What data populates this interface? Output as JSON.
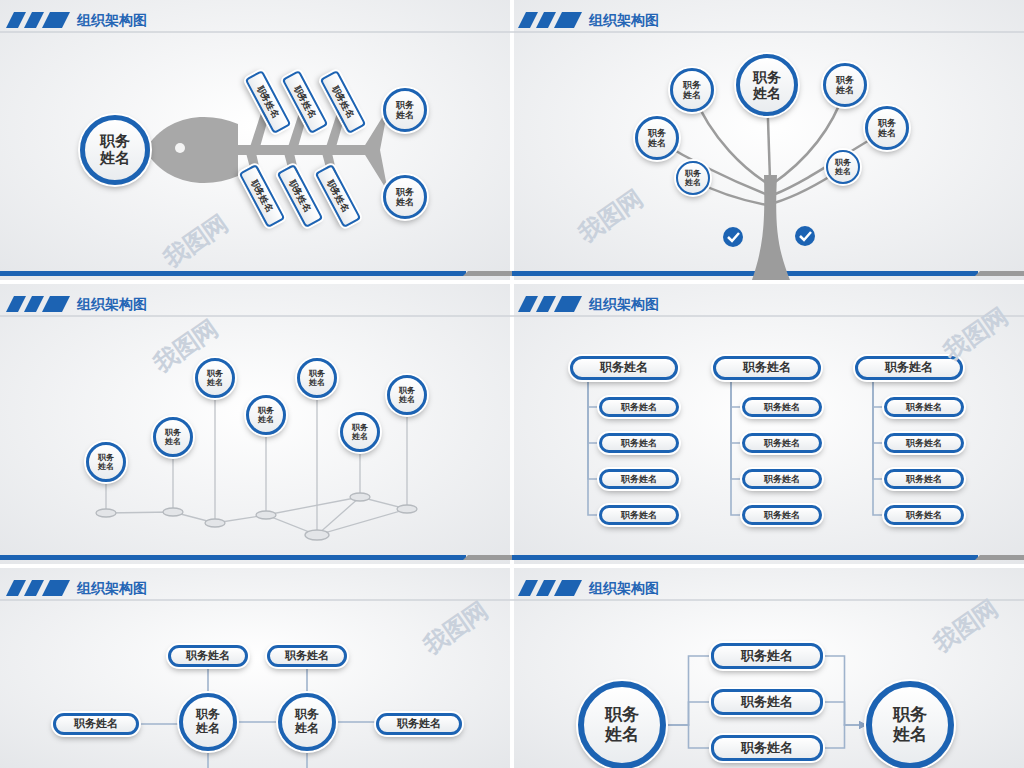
{
  "diagram": {
    "nodes": [
      {
        "text": [
          "职务 姓名"
        ]
      },
      {
        "text": [
          "职务姓名"
        ]
      },
      {
        "text": [
          "职务姓名"
        ]
      },
      {
        "text": [
          "职务姓名"
        ]
      },
      {
        "text": [
          "职务姓名"
        ]
      },
      {
        "text": [
          "职务姓名"
        ]
      },
      {
        "text": [
          "职务姓名"
        ]
      },
      {
        "text": [
          "职务 姓名"
        ]
      },
      {
        "text": [
          "职务 姓名"
        ]
      },
      {
        "text": [
          "职务 姓名"
        ]
      },
      {
        "text": [
          "职务 姓名"
        ]
      },
      {
        "text": [
          "职务 姓名"
        ]
      },
      {
        "text": [
          "职务 姓名"
        ]
      },
      {
        "text": [
          "职务 姓名"
        ]
      },
      {
        "text": [
          "职务 姓名"
        ]
      },
      {
        "text": [
          "职务 姓名"
        ]
      },
      {
        "text": [
          "职务 姓名"
        ]
      },
      {
        "text": [
          "职务 姓名"
        ]
      },
      {
        "text": [
          "职务 姓名"
        ]
      },
      {
        "text": [
          "职务 姓名"
        ]
      },
      {
        "text": [
          "职务 姓名"
        ]
      },
      {
        "text": [
          "职务 姓名"
        ]
      },
      {
        "text": [
          "职务 姓名"
        ]
      },
      {
        "text": [
          "职务姓名"
        ]
      },
      {
        "text": [
          "职务姓名"
        ]
      },
      {
        "text": [
          "职务姓名"
        ]
      },
      {
        "text": [
          "职务姓名"
        ]
      },
      {
        "text": [
          "职务姓名"
        ]
      },
      {
        "text": [
          "职务姓名"
        ]
      },
      {
        "text": [
          "职务姓名"
        ]
      },
      {
        "text": [
          "职务姓名"
        ]
      },
      {
        "text": [
          "职务姓名"
        ]
      },
      {
        "text": [
          "职务姓名"
        ]
      },
      {
        "text": [
          "职务姓名"
        ]
      },
      {
        "text": [
          "职务姓名"
        ]
      },
      {
        "text": [
          "职务姓名"
        ]
      },
      {
        "text": [
          "职务姓名"
        ]
      },
      {
        "text": [
          "职务姓名"
        ]
      },
      {
        "text": [
          "职务姓名"
        ]
      },
      {
        "text": [
          "职务姓名"
        ]
      },
      {
        "text": [
          "职务姓名"
        ]
      },
      {
        "text": [
          "职务 姓名"
        ]
      },
      {
        "text": [
          "职务 姓名"
        ]
      },
      {
        "text": [
          "职务姓名"
        ]
      },
      {
        "text": [
          "职务 姓名"
        ]
      },
      {
        "text": [
          "职务姓名"
        ]
      },
      {
        "text": [
          "职务姓名"
        ]
      },
      {
        "text": [
          "职务姓名"
        ]
      },
      {
        "text": [
          "职务 姓名"
        ]
      }
    ],
    "edges": [
      {
        "from": 23,
        "to": 24,
        "arrow": "none"
      },
      {
        "from": 23,
        "to": 25,
        "arrow": "none"
      },
      {
        "from": 23,
        "to": 26,
        "arrow": "none"
      },
      {
        "from": 23,
        "to": 27,
        "arrow": "none"
      },
      {
        "from": 28,
        "to": 29,
        "arrow": "none"
      },
      {
        "from": 28,
        "to": 30,
        "arrow": "none"
      },
      {
        "from": 28,
        "to": 31,
        "arrow": "none"
      },
      {
        "from": 28,
        "to": 32,
        "arrow": "none"
      },
      {
        "from": 33,
        "to": 34,
        "arrow": "none"
      },
      {
        "from": 33,
        "to": 35,
        "arrow": "none"
      },
      {
        "from": 33,
        "to": 36,
        "arrow": "none"
      },
      {
        "from": 33,
        "to": 37,
        "arrow": "none"
      },
      {
        "from": 38,
        "to": 41,
        "arrow": "none"
      },
      {
        "from": 39,
        "to": 42,
        "arrow": "none"
      },
      {
        "from": 40,
        "to": 41,
        "arrow": "none"
      },
      {
        "from": 41,
        "to": 42,
        "arrow": "none"
      },
      {
        "from": 42,
        "to": 43,
        "arrow": "none"
      },
      {
        "from": 44,
        "to": 45,
        "arrow": "none"
      },
      {
        "from": 44,
        "to": 46,
        "arrow": "none"
      },
      {
        "from": 44,
        "to": 47,
        "arrow": "none"
      },
      {
        "from": 45,
        "to": 48,
        "arrow": "to"
      },
      {
        "from": 46,
        "to": 48,
        "arrow": "to"
      },
      {
        "from": 47,
        "to": 48,
        "arrow": "to"
      }
    ],
    "labels": [
      "组织架构图",
      "组织架构图",
      "组织架构图",
      "组织架构图",
      "组织架构图",
      "组织架构图",
      "我图网",
      "我图网",
      "我图网",
      "我图网",
      "我图网",
      "我图网"
    ]
  }
}
